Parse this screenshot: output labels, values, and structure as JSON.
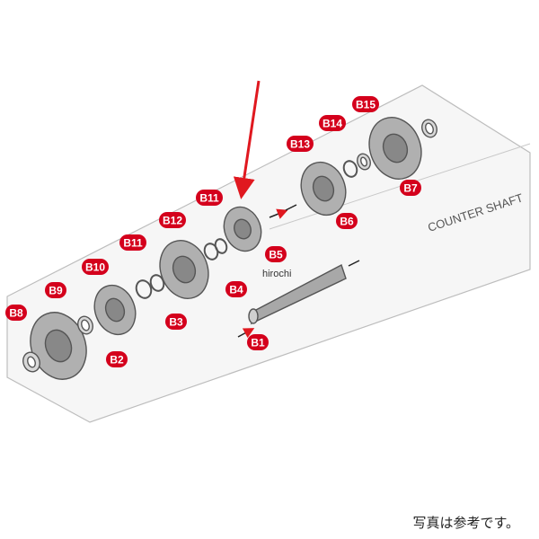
{
  "diagram": {
    "section_label": "COUNTER SHAFT",
    "watermark": "hirochi",
    "caption": "写真は参考です。",
    "badge_color": "#d4001c",
    "arrow_color": "#e0181f",
    "parts": [
      {
        "id": "b1",
        "label": "B1"
      },
      {
        "id": "b2",
        "label": "B2"
      },
      {
        "id": "b3",
        "label": "B3"
      },
      {
        "id": "b4",
        "label": "B4"
      },
      {
        "id": "b5",
        "label": "B5"
      },
      {
        "id": "b6",
        "label": "B6"
      },
      {
        "id": "b7",
        "label": "B7"
      },
      {
        "id": "b8",
        "label": "B8"
      },
      {
        "id": "b9",
        "label": "B9"
      },
      {
        "id": "b10",
        "label": "B10"
      },
      {
        "id": "b11a",
        "label": "B11"
      },
      {
        "id": "b12",
        "label": "B12"
      },
      {
        "id": "b11b",
        "label": "B11"
      },
      {
        "id": "b13",
        "label": "B13"
      },
      {
        "id": "b14",
        "label": "B14"
      },
      {
        "id": "b15",
        "label": "B15"
      }
    ]
  }
}
